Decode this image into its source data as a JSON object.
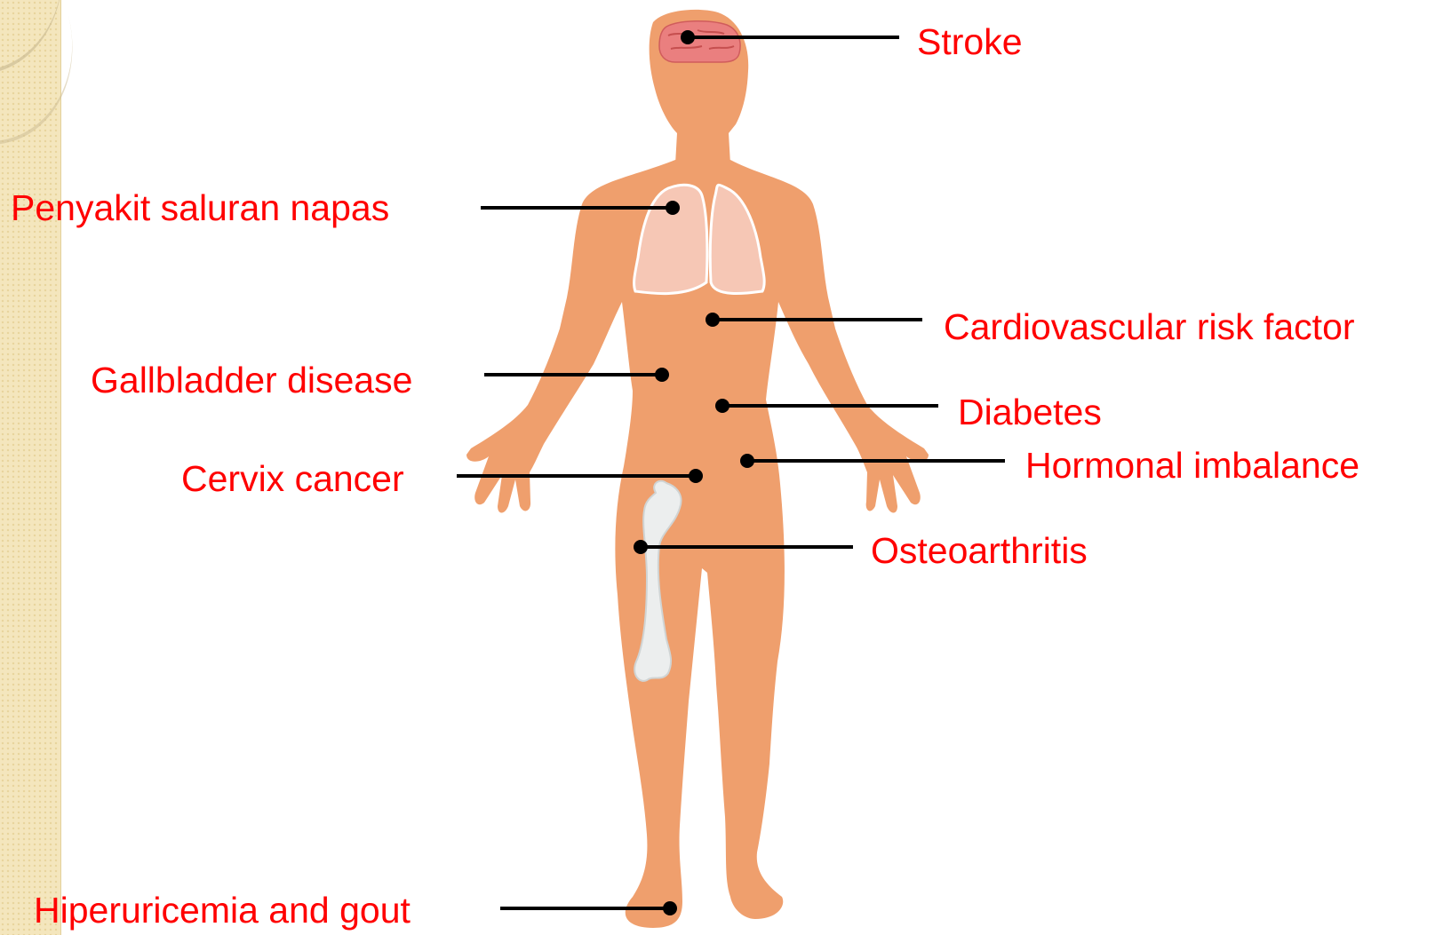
{
  "colors": {
    "skin": "#ef9f6d",
    "label_text": "#ff0000",
    "leader_line": "#000000",
    "brain": "#ea7f7f",
    "lungs": "#f6c7b5",
    "bone": "#eceeee",
    "side_band": "#f4e6bd"
  },
  "labels": {
    "stroke": "Stroke",
    "respiratory": "Penyakit saluran napas",
    "cardiovascular": "Cardiovascular risk factor",
    "gallbladder": "Gallbladder disease",
    "diabetes": "Diabetes",
    "hormonal": "Hormonal imbalance",
    "cervix": "Cervix cancer",
    "osteoarthritis": "Osteoarthritis",
    "gout": "Hiperuricemia and  gout"
  }
}
